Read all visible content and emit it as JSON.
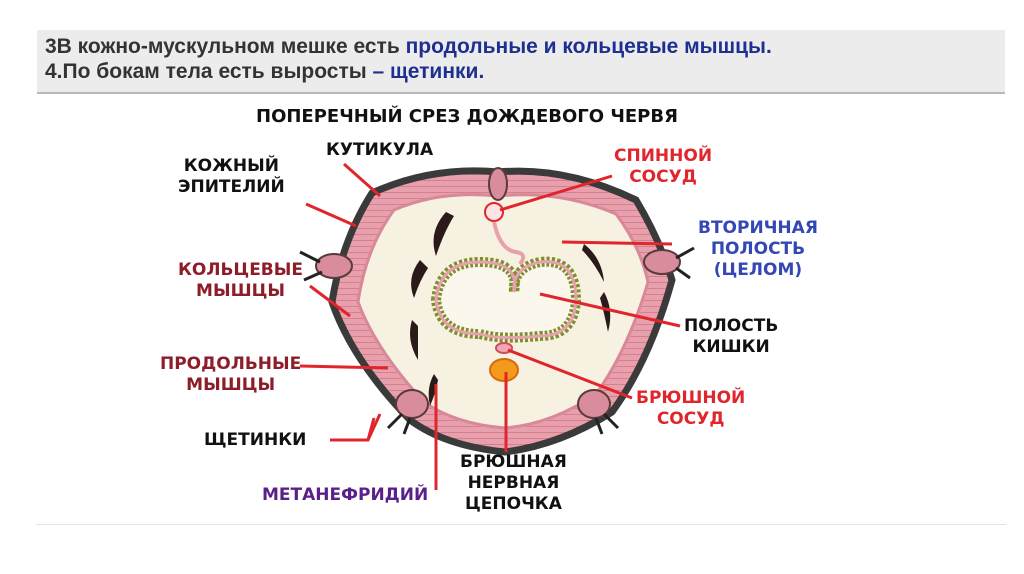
{
  "header": {
    "line1_pre": "3В кожно-мускульном мешке есть ",
    "line1_hl": "продольные и кольцевые мышцы.",
    "line2_pre": "4.По бокам тела есть выросты ",
    "line2_hl": "– щетинки."
  },
  "diagram": {
    "title": "ПОПЕРЕЧНЫЙ СРЕЗ ДОЖДЕВОГО ЧЕРВЯ",
    "labels": {
      "cuticle": "КУТИКУЛА",
      "skin_epithelium_1": "КОЖНЫЙ",
      "skin_epithelium_2": "ЭПИТЕЛИЙ",
      "circular_muscles_1": "КОЛЬЦЕВЫЕ",
      "circular_muscles_2": "МЫШЦЫ",
      "longitudinal_muscles_1": "ПРОДОЛЬНЫЕ",
      "longitudinal_muscles_2": "МЫШЦЫ",
      "setae": "ЩЕТИНКИ",
      "metanephridium": "МЕТАНЕФРИДИЙ",
      "ventral_nerve_cord_1": "БРЮШНАЯ",
      "ventral_nerve_cord_2": "НЕРВНАЯ",
      "ventral_nerve_cord_3": "ЦЕПОЧКА",
      "dorsal_vessel_1": "СПИННОЙ",
      "dorsal_vessel_2": "СОСУД",
      "coelom_1": "ВТОРИЧНАЯ",
      "coelom_2": "ПОЛОСТЬ",
      "coelom_3": "(ЦЕЛОМ)",
      "gut_cavity_1": "ПОЛОСТЬ",
      "gut_cavity_2": "КИШКИ",
      "ventral_vessel_1": "БРЮШНОЙ",
      "ventral_vessel_2": "СОСУД"
    },
    "colors": {
      "muscle_pink": "#e7a0ac",
      "cuticle": "#3a3a3a",
      "coelom_fill": "#f7f1e1",
      "gut_wall": "#7d8f2e",
      "leader_line": "#e0262c",
      "nerve_orange": "#f39a1c"
    }
  }
}
